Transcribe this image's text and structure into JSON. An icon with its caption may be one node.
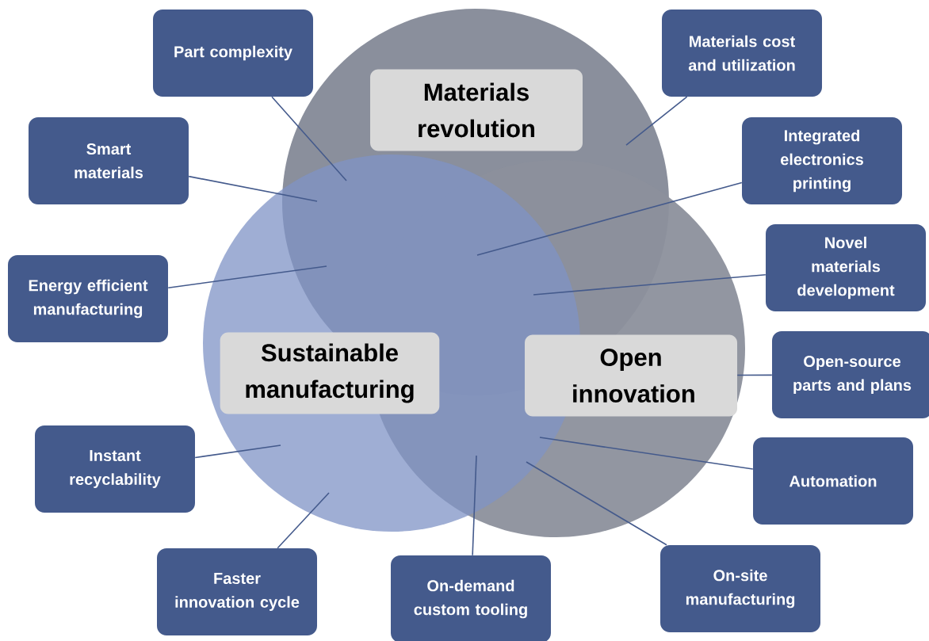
{
  "diagram": {
    "nodes": [
      {
        "text": [
          "Part complexity"
        ]
      },
      {
        "text": [
          "Materials cost and utilization"
        ]
      },
      {
        "text": [
          "Materials revolution"
        ]
      },
      {
        "text": [
          "Smart materials"
        ]
      },
      {
        "text": [
          "Integrated electronics printing"
        ]
      },
      {
        "text": [
          "Novel materials development"
        ]
      },
      {
        "text": [
          "Energy efficient manufacturing"
        ]
      },
      {
        "text": [
          "Sustainable manufacturing"
        ]
      },
      {
        "text": [
          "Open innovation"
        ]
      },
      {
        "text": [
          "Open-source parts and plans"
        ]
      },
      {
        "text": [
          "Instant recyclability"
        ]
      },
      {
        "text": [
          "Automation"
        ]
      },
      {
        "text": [
          "Faster innovation cycle"
        ]
      },
      {
        "text": [
          "On-site manufacturing"
        ]
      },
      {
        "text": [
          "On-demand custom tooling"
        ]
      }
    ],
    "edges": [
      {
        "from": 0,
        "to": null,
        "arrow": "none"
      },
      {
        "from": 1,
        "to": null,
        "arrow": "none"
      },
      {
        "from": 3,
        "to": null,
        "arrow": "none"
      },
      {
        "from": 4,
        "to": null,
        "arrow": "none"
      },
      {
        "from": 6,
        "to": null,
        "arrow": "none"
      },
      {
        "from": 5,
        "to": null,
        "arrow": "none"
      },
      {
        "from": 9,
        "to": 8,
        "arrow": "none"
      },
      {
        "from": 10,
        "to": null,
        "arrow": "none"
      },
      {
        "from": 11,
        "to": null,
        "arrow": "none"
      },
      {
        "from": 12,
        "to": null,
        "arrow": "none"
      },
      {
        "from": 14,
        "to": null,
        "arrow": "none"
      },
      {
        "from": 13,
        "to": null,
        "arrow": "none"
      }
    ]
  }
}
